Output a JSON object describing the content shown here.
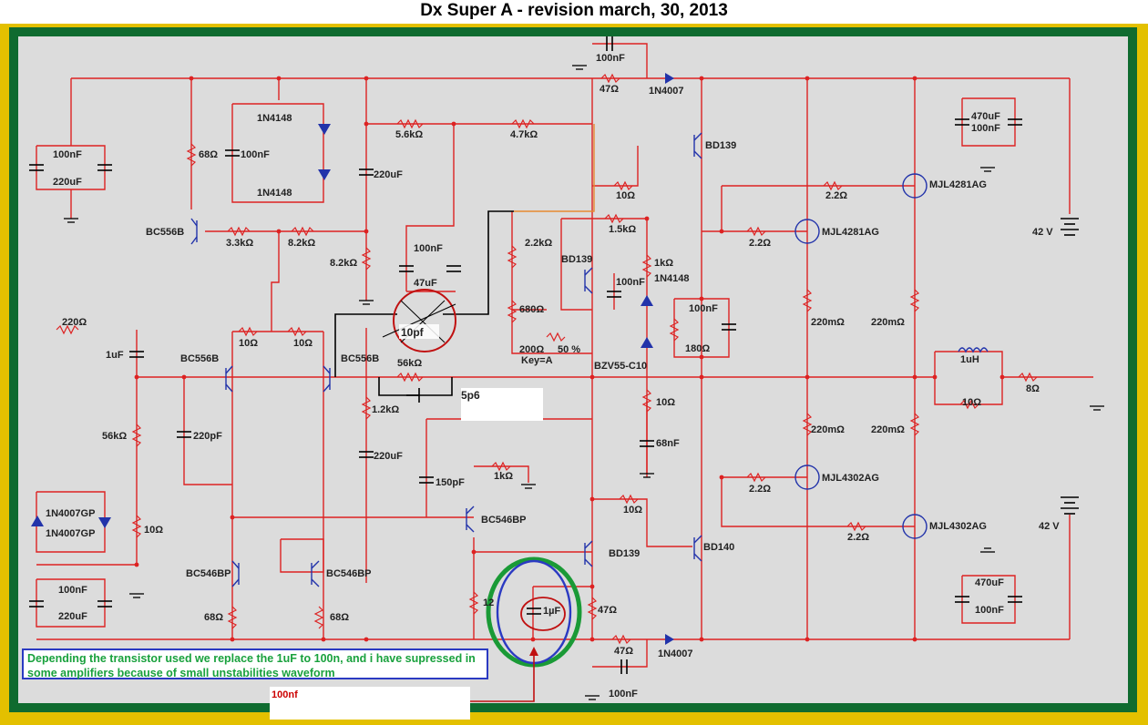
{
  "title": "Dx Super A - revision march, 30, 2013",
  "note": "Depending the transistor used we replace the 1uF to 100n, and i have supressed in some amplifiers because of small unstabilities waveform",
  "callouts": {
    "cap_100nf": "100nf",
    "cap_10pf": "10pf",
    "cap_5p6": "5p6"
  },
  "colors": {
    "wire": "#dd2222",
    "component": "#2233aa",
    "frame": "#0f6b2f",
    "border": "#e3c000",
    "note_text": "#19a13d",
    "mark_red": "#c01010",
    "mark_blue": "#2b3ac2",
    "mark_green": "#1a9a36"
  },
  "labels": {
    "c_top_100nf": "100nF",
    "r_top_47": "47Ω",
    "d_top": "1N4007",
    "c_psu_100nf": "100nF",
    "c_psu_220uf": "220uF",
    "r_68": "68Ω",
    "d_1n4148_a": "1N4148",
    "c_diode_100nf": "100nF",
    "d_1n4148_b": "1N4148",
    "c_220uf_a": "220uF",
    "r_5k6": "5.6kΩ",
    "r_4k7": "4.7kΩ",
    "q_bd139_top": "BD139",
    "c_tr_470uf": "470uF",
    "c_tr_100nf": "100nF",
    "r_10_a": "10Ω",
    "r_2k2_a": "2.2Ω",
    "q_mjl4281_a": "MJL4281AG",
    "q_bc556_a": "BC556B",
    "r_3k3": "3.3kΩ",
    "r_8k2_a": "8.2kΩ",
    "r_8k2_b": "8.2kΩ",
    "c_100nf_mid": "100nF",
    "c_47uf": "47uF",
    "r_2k2_b": "2.2kΩ",
    "r_1k5": "1.5kΩ",
    "q_bd139_mid": "BD139",
    "r_1k": "1kΩ",
    "c_100nf_vbe": "100nF",
    "d_1n4148_c": "1N4148",
    "r_2k2_c": "2.2Ω",
    "q_mjl4281_b": "MJL4281AG",
    "v_pos": "42 V",
    "r_220": "220Ω",
    "c_1uf_in": "1uF",
    "q_bc556_b": "BC556B",
    "r_10_b": "10Ω",
    "r_10_c": "10Ω",
    "q_bc556_c": "BC556B",
    "r_680": "680Ω",
    "r_200": "200Ω",
    "pot_pct": "50 %",
    "pot_key": "Key=A",
    "d_zener": "BZV55-C10",
    "c_100nf_out": "100nF",
    "r_180": "180Ω",
    "r_220m_a": "220mΩ",
    "r_220m_b": "220mΩ",
    "l_1uh": "1uH",
    "r_10_out": "10Ω",
    "r_8": "8Ω",
    "r_56k_fb": "56kΩ",
    "r_1k2": "1.2kΩ",
    "r_56k_in": "56kΩ",
    "c_220pf": "220pF",
    "r_10_zob": "10Ω",
    "c_68nf": "68nF",
    "c_220uf_b": "220uF",
    "r_220m_c": "220mΩ",
    "r_220m_d": "220mΩ",
    "d_1n4007gp_a": "1N4007GP",
    "d_1n4007gp_b": "1N4007GP",
    "r_10_d": "10Ω",
    "c_150pf": "150pF",
    "r_1k_b": "1kΩ",
    "q_bc546_a": "BC546BP",
    "r_10_e": "10Ω",
    "r_2k2_d": "2.2Ω",
    "q_mjl4302_a": "MJL4302AG",
    "r_2k2_e": "2.2Ω",
    "q_mjl4302_b": "MJL4302AG",
    "v_neg": "42 V",
    "q_bc546_b": "BC546BP",
    "q_bc546_c": "BC546BP",
    "q_bd139_bot": "BD139",
    "q_bd140": "BD140",
    "c_psu2_100nf": "100nF",
    "c_psu2_220uf": "220uF",
    "r_68_b": "68Ω",
    "r_68_c": "68Ω",
    "r_12": "12",
    "c_1uf_comp": "1µF",
    "r_47_b": "47Ω",
    "c_br_470uf": "470uF",
    "c_br_100nf": "100nF",
    "r_47_c": "47Ω",
    "d_bot": "1N4007",
    "c_bot_100nf": "100nF"
  }
}
